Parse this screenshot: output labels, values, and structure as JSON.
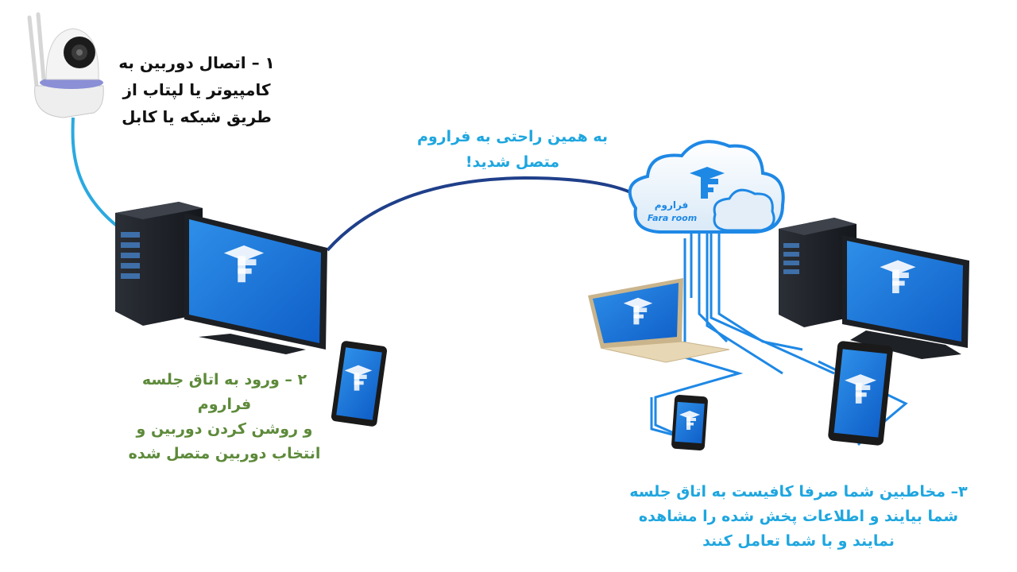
{
  "step1": {
    "lines": [
      "۱ – اتصال دوربین به",
      "کامپیوتر یا لپتاب از",
      "طریق شبکه یا کابل"
    ]
  },
  "middle": {
    "lines": [
      "به همین راحتی به فراروم",
      "متصل شدید!"
    ]
  },
  "step2": {
    "lines": [
      "۲ – ورود به اتاق جلسه",
      "فراروم",
      "و روشن کردن دوربین و",
      "انتخاب دوربین متصل شده"
    ]
  },
  "step3": {
    "lines": [
      "۳– مخاطبین شما صرفا کافیست به اتاق جلسه",
      "شما بیایند و اطلاعات پخش شده را مشاهده",
      "نمایند و با شما تعامل کنند"
    ]
  },
  "cloud": {
    "brand_fa": "فراروم",
    "brand_en": "Fara room"
  },
  "colors": {
    "brand_blue": "#1e88e5",
    "cable_light": "#2aa9e0",
    "cable_dark": "#1f3f8a",
    "green_text": "#5d8a3a"
  },
  "icons": [
    "security-camera-icon",
    "desktop-computer-icon",
    "tablet-icon",
    "cloud-icon",
    "laptop-icon",
    "phone-icon",
    "fararoom-logo-icon"
  ]
}
